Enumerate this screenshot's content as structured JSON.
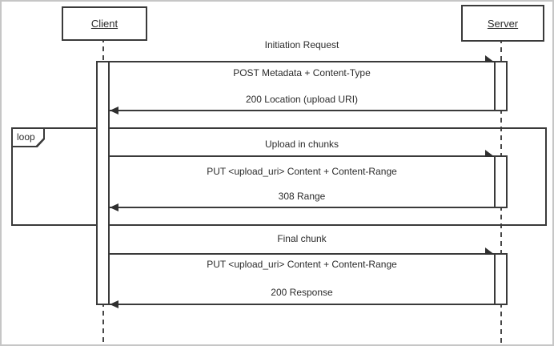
{
  "diagram_type": "uml-sequence",
  "actors": [
    {
      "id": "client",
      "label": "Client"
    },
    {
      "id": "server",
      "label": "Server"
    }
  ],
  "loop": {
    "operator": "loop"
  },
  "sections": [
    {
      "title": "Initiation Request",
      "request": "POST Metadata + Content-Type",
      "request_from": "Client",
      "request_to": "Server",
      "response": "200 Location (upload URI)",
      "response_from": "Server",
      "response_to": "Client"
    },
    {
      "title": "Upload in chunks",
      "in_loop": true,
      "request": "PUT <upload_uri> Content + Content-Range",
      "request_from": "Client",
      "request_to": "Server",
      "response": "308 Range",
      "response_from": "Server",
      "response_to": "Client"
    },
    {
      "title": "Final chunk",
      "request": "PUT <upload_uri> Content + Content-Range",
      "request_from": "Client",
      "request_to": "Server",
      "response": "200 Response",
      "response_from": "Server",
      "response_to": "Client"
    }
  ],
  "colors": {
    "line": "#3a3a3a",
    "text": "#2b2b2b",
    "frame_border": "#c6c6c6",
    "background": "#ffffff"
  }
}
